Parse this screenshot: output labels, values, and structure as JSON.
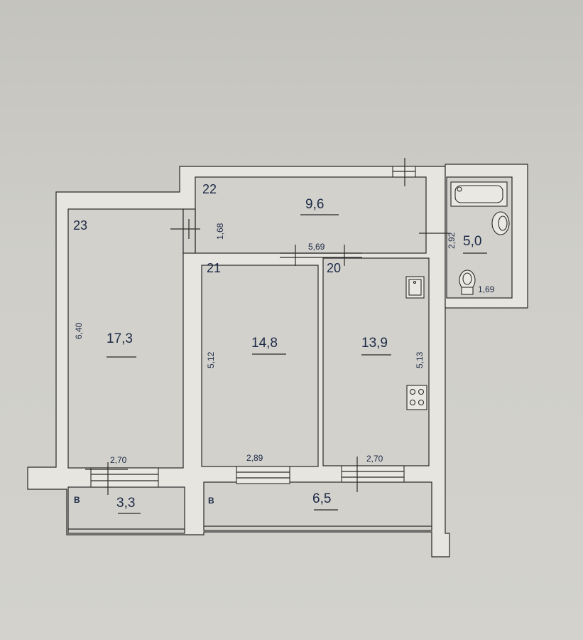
{
  "rooms": {
    "r23": {
      "number": "23",
      "area": "17,3",
      "height_dim": "6,40",
      "width_dim": "2,70"
    },
    "r22": {
      "number": "22",
      "area": "9,6",
      "height_dim": "1,68",
      "width_dim": "5,69"
    },
    "r21": {
      "number": "21",
      "area": "14,8",
      "height_dim": "5,12",
      "width_dim": "2,89"
    },
    "r20": {
      "number": "20",
      "area": "13,9",
      "height_dim": "5,13",
      "width_dim": "2,70"
    },
    "bath": {
      "area": "5,0",
      "height_dim": "2,92",
      "width_dim": "1,69"
    },
    "balcony_left": {
      "label": "B",
      "area": "3,3"
    },
    "balcony_right": {
      "label": "B",
      "area": "6,5"
    }
  }
}
